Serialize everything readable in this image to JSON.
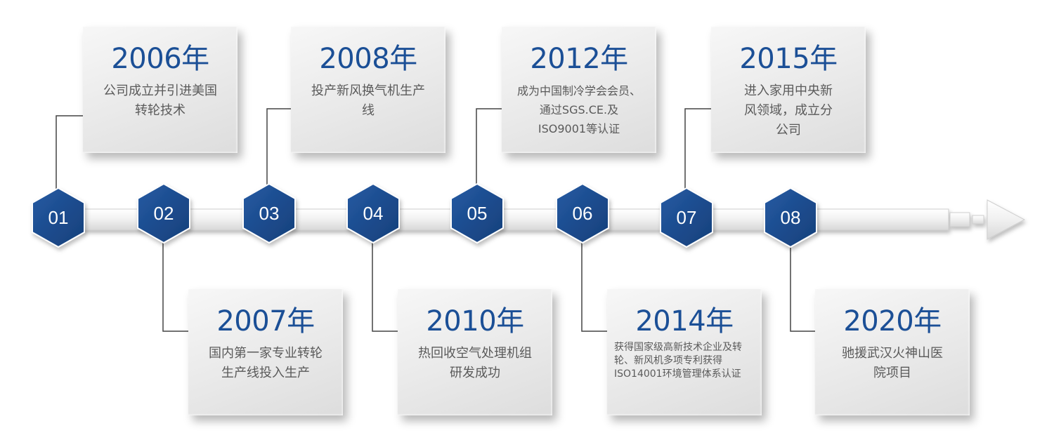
{
  "milestones": [
    {
      "num": "01",
      "year": "2006年",
      "desc": "公司成立并引进美国转轮技术"
    },
    {
      "num": "02",
      "year": "2007年",
      "desc": "国内第一家专业转轮生产线投入生产"
    },
    {
      "num": "03",
      "year": "2008年",
      "desc": "投产新风换气机生产线"
    },
    {
      "num": "04",
      "year": "2010年",
      "desc": "热回收空气处理机组研发成功"
    },
    {
      "num": "05",
      "year": "2012年",
      "desc": "成为中国制冷学会会员、通过SGS.CE.及ISO9001等认证"
    },
    {
      "num": "06",
      "year": "2014年",
      "desc": "获得国家级高新技术企业及转轮、新风机多项专利获得ISO14001环境管理体系认证"
    },
    {
      "num": "07",
      "year": "2015年",
      "desc": "进入家用中央新风领域，成立分公司"
    },
    {
      "num": "08",
      "year": "2020年",
      "desc": "驰援武汉火神山医院项目"
    }
  ],
  "colors": {
    "accent": "#1b4f96",
    "hex_fill": "#1c4d8f",
    "text": "#5a5a5a"
  }
}
